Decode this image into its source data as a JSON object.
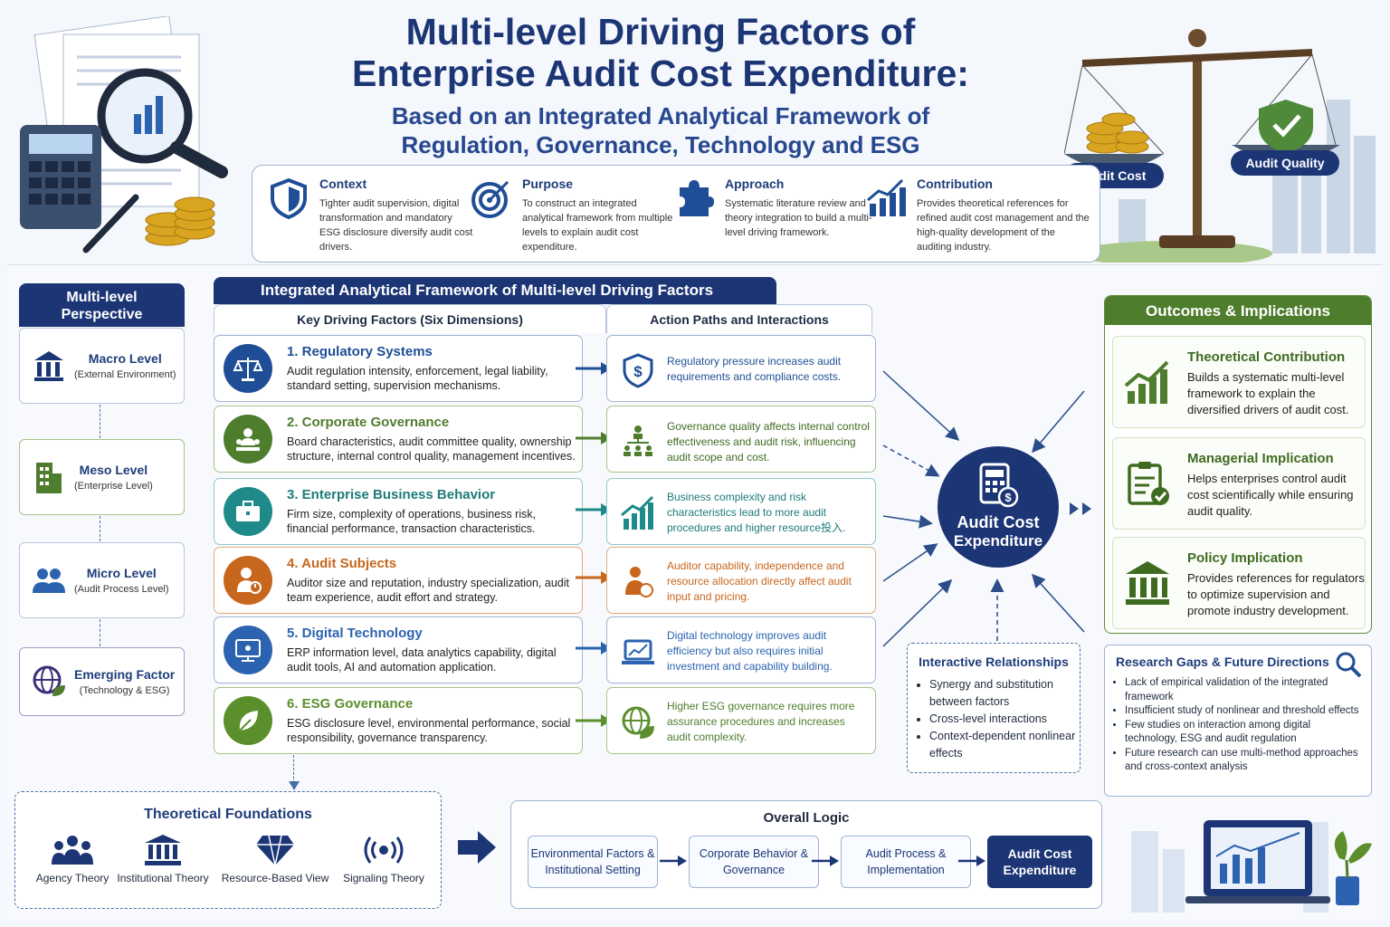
{
  "title": {
    "line1": "Multi-level Driving Factors of",
    "line2": "Enterprise Audit Cost Expenditure:",
    "line3": "Based on an Integrated Analytical Framework of",
    "line4": "Regulation, Governance, Technology and ESG"
  },
  "scale_labels": {
    "left": "Audit Cost",
    "right": "Audit Quality"
  },
  "context": [
    {
      "title": "Context",
      "text": "Tighter audit supervision, digital transformation and mandatory ESG disclosure diversify audit cost drivers."
    },
    {
      "title": "Purpose",
      "text": "To construct an integrated analytical framework from multiple levels to explain audit cost expenditure."
    },
    {
      "title": "Approach",
      "text": "Systematic literature review and theory integration to build a multi-level driving framework."
    },
    {
      "title": "Contribution",
      "text": "Provides theoretical references for refined audit cost management and the high-quality development of the auditing industry."
    }
  ],
  "perspective": {
    "header": "Multi-level Perspective",
    "levels": [
      {
        "name": "Macro Level",
        "sub": "(External Environment)"
      },
      {
        "name": "Meso Level",
        "sub": "(Enterprise Level)"
      },
      {
        "name": "Micro Level",
        "sub": "(Audit Process Level)"
      },
      {
        "name": "Emerging Factor",
        "sub": "(Technology & ESG)"
      }
    ]
  },
  "framework": {
    "header": "Integrated Analytical Framework of Multi-level Driving Factors",
    "factors_header": "Key Driving Factors (Six Dimensions)",
    "actions_header": "Action Paths and Interactions",
    "factors": [
      {
        "title": "1. Regulatory Systems",
        "text": "Audit regulation intensity, enforcement, legal liability, standard setting, supervision mechanisms.",
        "action": "Regulatory pressure increases audit requirements and compliance costs.",
        "color": "#1f4e96"
      },
      {
        "title": "2. Corporate Governance",
        "text": "Board characteristics, audit committee quality, ownership structure, internal control quality, management incentives.",
        "action": "Governance quality affects internal control effectiveness and audit risk, influencing audit scope and cost.",
        "color": "#4f7d2e"
      },
      {
        "title": "3. Enterprise Business Behavior",
        "text": "Firm size, complexity of operations, business risk, financial performance, transaction characteristics.",
        "action": "Business complexity and risk characteristics lead to more audit procedures and higher resource投入.",
        "color": "#1e8a8a"
      },
      {
        "title": "4. Audit Subjects",
        "text": "Auditor size and reputation, industry specialization, audit team experience, audit effort and strategy.",
        "action": "Auditor capability, independence and resource allocation directly affect audit input and pricing.",
        "color": "#c7661d"
      },
      {
        "title": "5. Digital Technology",
        "text": "ERP information level, data analytics capability, digital audit tools, AI and automation application.",
        "action": "Digital technology improves audit efficiency but also requires initial investment and capability building.",
        "color": "#2b63b0"
      },
      {
        "title": "6. ESG Governance",
        "text": "ESG disclosure level, environmental performance, social responsibility, governance transparency.",
        "action": "Higher ESG governance requires more assurance procedures and increases audit complexity.",
        "color": "#5b8f2c"
      }
    ]
  },
  "center": {
    "line1": "Audit Cost",
    "line2": "Expenditure"
  },
  "interactive": {
    "header": "Interactive Relationships",
    "items": [
      "Synergy and substitution between factors",
      "Cross-level interactions",
      "Context-dependent nonlinear effects"
    ]
  },
  "outcomes": {
    "header": "Outcomes & Implications",
    "items": [
      {
        "title": "Theoretical Contribution",
        "text": "Builds a systematic multi-level framework to explain the diversified drivers of audit cost."
      },
      {
        "title": "Managerial Implication",
        "text": "Helps enterprises control audit cost scientifically while ensuring audit quality."
      },
      {
        "title": "Policy Implication",
        "text": "Provides references for regulators to optimize supervision and promote industry development."
      }
    ]
  },
  "research": {
    "header": "Research Gaps & Future Directions",
    "items": [
      "Lack of empirical validation of the integrated framework",
      "Insufficient study of nonlinear and threshold effects",
      "Few studies on interaction among digital technology, ESG and audit regulation",
      "Future research can use multi-method approaches and cross-context analysis"
    ]
  },
  "theories": {
    "header": "Theoretical Foundations",
    "items": [
      "Agency Theory",
      "Institutional Theory",
      "Resource-Based View",
      "Signaling Theory"
    ]
  },
  "logic": {
    "header": "Overall Logic",
    "steps": [
      "Environmental Factors & Institutional Setting",
      "Corporate Behavior & Governance",
      "Audit Process & Implementation",
      "Audit Cost Expenditure"
    ]
  },
  "colors": {
    "navy": "#1c3575",
    "green": "#4f7d2e",
    "teal": "#1e8a8a",
    "orange": "#c7661d"
  }
}
